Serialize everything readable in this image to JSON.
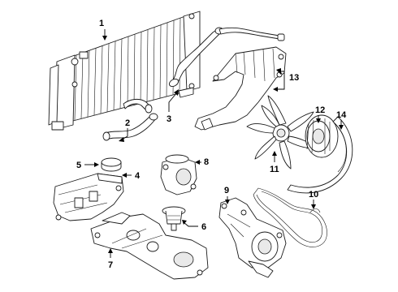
{
  "diagram": {
    "callouts": {
      "c1": "1",
      "c2": "2",
      "c3": "3",
      "c4": "4",
      "c5": "5",
      "c6": "6",
      "c7": "7",
      "c8": "8",
      "c9": "9",
      "c10": "10",
      "c11": "11",
      "c12": "12",
      "c13": "13",
      "c14": "14"
    },
    "parts": [
      {
        "id": "radiator",
        "callout": "1"
      },
      {
        "id": "lower-radiator-hose",
        "callout": "2"
      },
      {
        "id": "upper-radiator-hose",
        "callout": "3"
      },
      {
        "id": "coolant-reservoir",
        "callout": "4"
      },
      {
        "id": "reservoir-cap",
        "callout": "5"
      },
      {
        "id": "thermostat",
        "callout": "6"
      },
      {
        "id": "coolant-crossover-manifold",
        "callout": "7"
      },
      {
        "id": "thermostat-housing",
        "callout": "8"
      },
      {
        "id": "water-pump",
        "callout": "9"
      },
      {
        "id": "water-pump-gasket",
        "callout": "10"
      },
      {
        "id": "cooling-fan",
        "callout": "11"
      },
      {
        "id": "fan-clutch",
        "callout": "12"
      },
      {
        "id": "fan-shroud",
        "callout": "13"
      },
      {
        "id": "fan-belt-shield",
        "callout": "14"
      }
    ]
  }
}
